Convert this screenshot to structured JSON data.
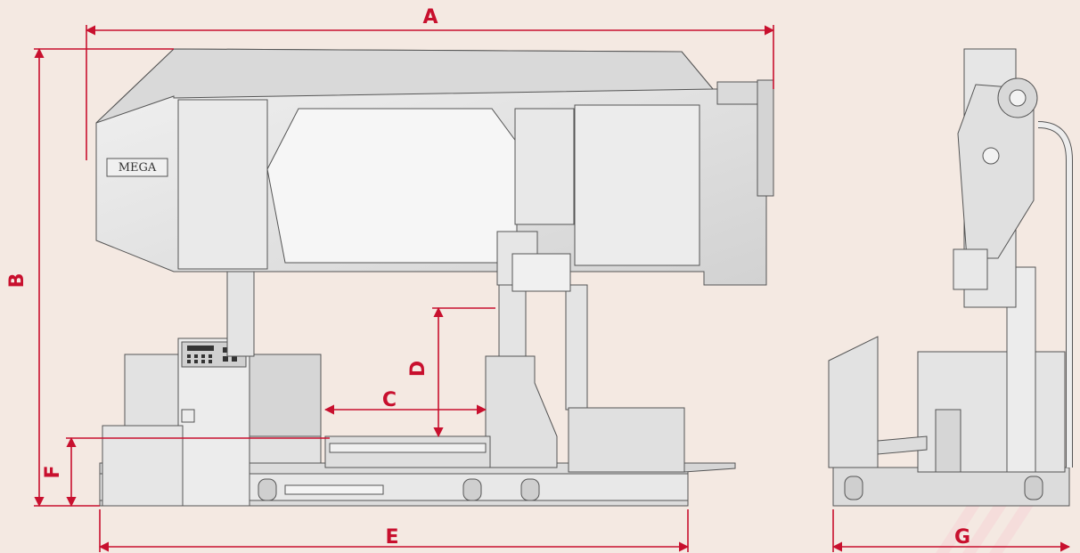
{
  "brand": {
    "logo_text": "MEGA"
  },
  "dimensions": {
    "a": "A",
    "b": "B",
    "c": "C",
    "d": "D",
    "e": "E",
    "f": "F",
    "g": "G"
  },
  "colors": {
    "background": "#f4e9e2",
    "dimension_line": "#c8102e",
    "machine_fill": "#e6e6e6",
    "machine_dark": "#bdbdbd",
    "machine_stroke": "#555555"
  }
}
